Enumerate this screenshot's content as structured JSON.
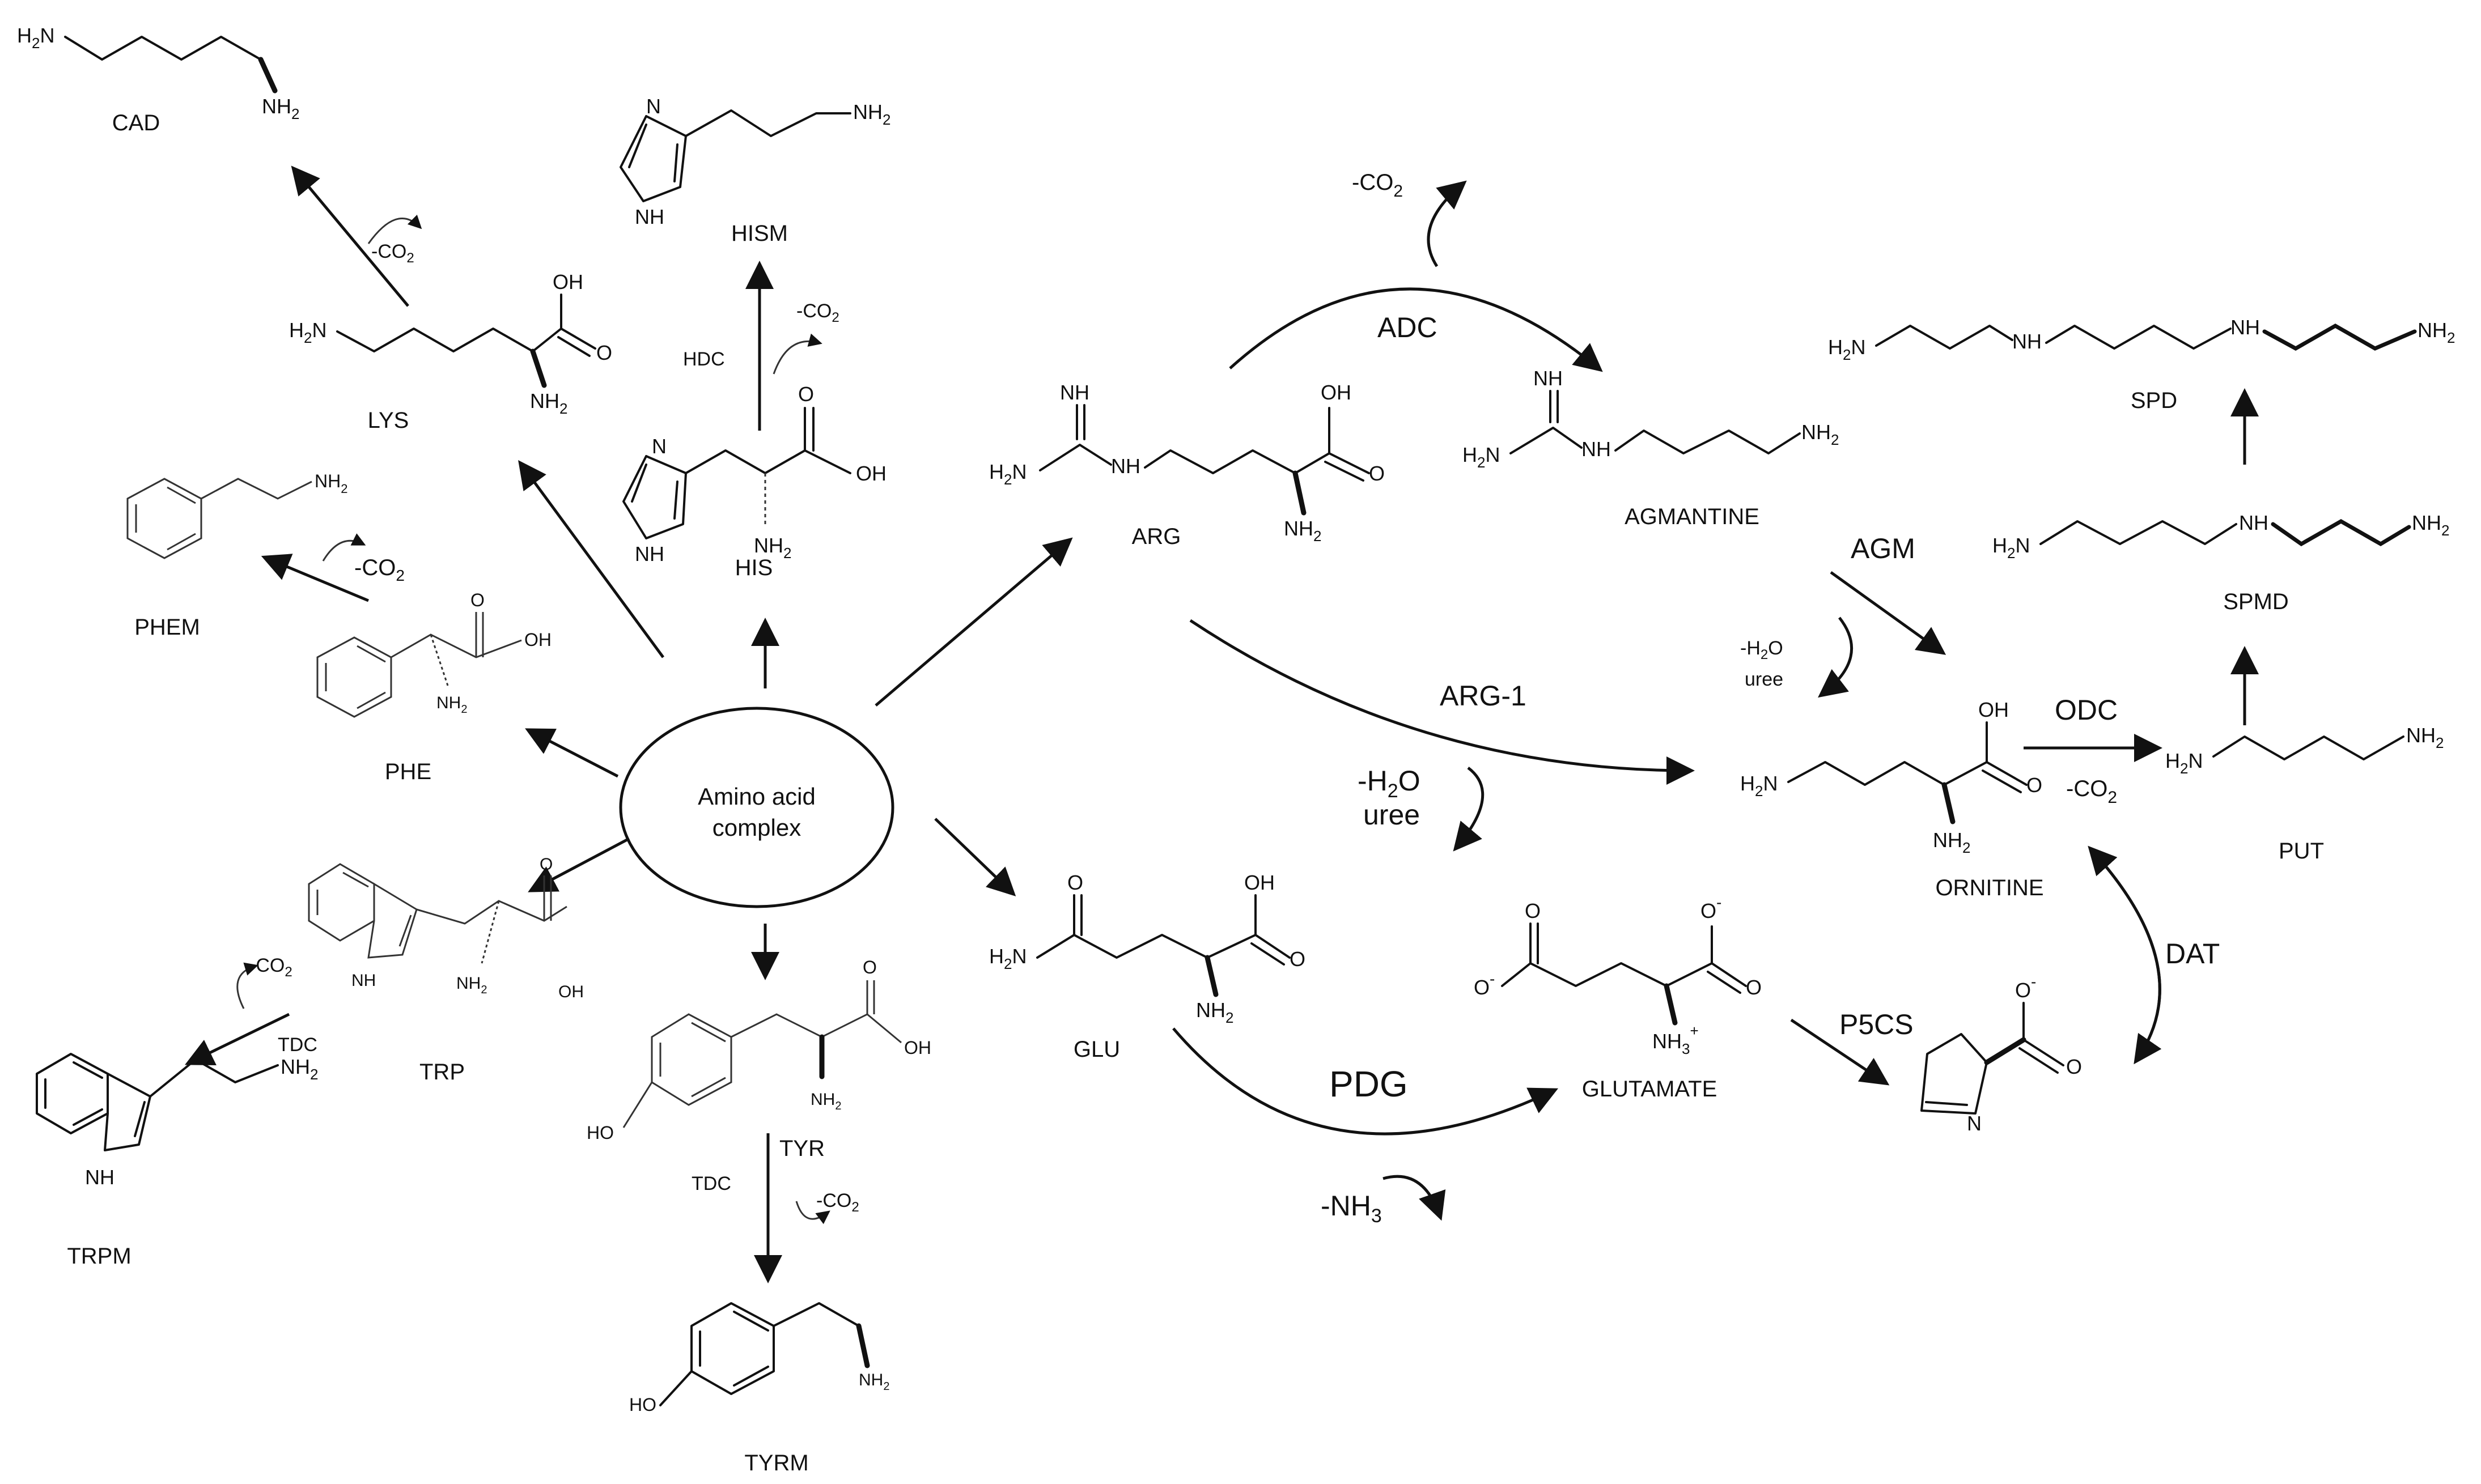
{
  "center": {
    "line1": "Amino acid",
    "line2": "complex"
  },
  "compounds": {
    "cad": "CAD",
    "lys": "LYS",
    "hism": "HISM",
    "his": "HIS",
    "phem": "PHEM",
    "phe": "PHE",
    "trp": "TRP",
    "trpm": "TRPM",
    "tyr": "TYR",
    "tyrm": "TYRM",
    "glu": "GLU",
    "glutamate": "GLUTAMATE",
    "arg": "ARG",
    "agmantine": "AGMANTINE",
    "spd": "SPD",
    "spmd": "SPMD",
    "put": "PUT",
    "ornitine": "ORNITINE"
  },
  "enzymes": {
    "hdc": "HDC",
    "tdc_trp": "TDC",
    "tdc_tyr": "TDC",
    "adc": "ADC",
    "agm": "AGM",
    "arg1": "ARG-1",
    "odc": "ODC",
    "dat": "DAT",
    "p5cs": "P5CS",
    "pdg": "PDG"
  },
  "byproducts": {
    "co2": "-CO",
    "h2o_prefix": "-H",
    "h2o_suffix": "O",
    "uree": "uree",
    "nh3_prefix": "-NH",
    "sub2": "2",
    "sub3": "3"
  },
  "atoms": {
    "h2n": "H",
    "nh2": "NH",
    "nh": "NH",
    "oh": "OH",
    "o": "O",
    "n": "N",
    "ho": "HO",
    "nh3plus": "NH",
    "plus": "+",
    "minus": "-",
    "sub2": "2",
    "sub3": "3"
  }
}
